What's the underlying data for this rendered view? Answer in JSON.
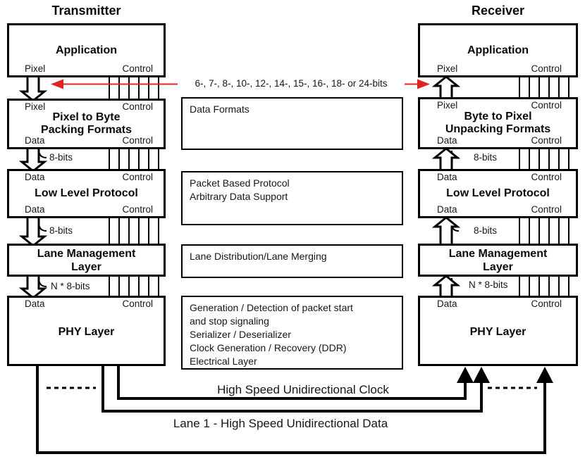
{
  "titles": {
    "tx": "Transmitter",
    "rx": "Receiver"
  },
  "tx": {
    "application": {
      "title": "Application",
      "bl": "Pixel",
      "br": "Control"
    },
    "packing": {
      "title1": "Pixel to Byte",
      "title2": "Packing Formats",
      "tl": "Pixel",
      "tr": "Control",
      "bl": "Data",
      "br": "Control"
    },
    "llp": {
      "title": "Low Level Protocol",
      "tl": "Data",
      "tr": "Control",
      "bl": "Data",
      "br": "Control"
    },
    "lane": {
      "title1": "Lane Management",
      "title2": "Layer"
    },
    "phy": {
      "title": "PHY Layer",
      "tl": "Data",
      "tr": "Control"
    },
    "bits1": "8-bits",
    "bits2": "8-bits",
    "bits3": "N * 8-bits"
  },
  "rx": {
    "application": {
      "title": "Application",
      "bl": "Pixel",
      "br": "Control"
    },
    "unpacking": {
      "title1": "Byte to Pixel",
      "title2": "Unpacking Formats",
      "tl": "Pixel",
      "tr": "Control",
      "bl": "Data",
      "br": "Control"
    },
    "llp": {
      "title": "Low Level Protocol",
      "tl": "Data",
      "tr": "Control",
      "bl": "Data",
      "br": "Control"
    },
    "lane": {
      "title1": "Lane Management",
      "title2": "Layer"
    },
    "phy": {
      "title": "PHY Layer",
      "tl": "Data",
      "tr": "Control"
    },
    "bits1": "8-bits",
    "bits2": "8-bits",
    "bits3": "N * 8-bits"
  },
  "red_arrow": {
    "label": "6-, 7-, 8-, 10-, 12-, 14-, 15-, 16-, 18- or 24-bits"
  },
  "notes": {
    "data_formats": "Data Formats",
    "packet": {
      "l1": "Packet Based Protocol",
      "l2": "Arbitrary Data Support"
    },
    "lane_dist": "Lane Distribution/Lane Merging",
    "phy": {
      "l1": "Generation / Detection of packet start",
      "l2": "and stop signaling",
      "l3": "Serializer / Deserializer",
      "l4": "Clock Generation / Recovery (DDR)",
      "l5": "Electrical Layer"
    }
  },
  "bottom": {
    "clock": "High Speed Unidirectional Clock",
    "lane1": "Lane 1 - High Speed Unidirectional Data"
  },
  "colors": {
    "line": "#000000",
    "accent_red": "#e02420",
    "background": "#ffffff"
  }
}
